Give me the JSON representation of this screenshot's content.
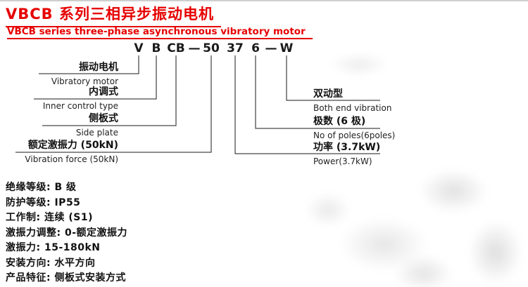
{
  "colors": {
    "accent_red": "#e60000",
    "line_black": "#1a1a1a"
  },
  "title": "VBCB 系列三相异步振动电机",
  "subtitle": "VBCB series three-phase asynchronous vibratory motor",
  "model_code": {
    "parts": [
      "V",
      "B",
      "CB",
      "—",
      "50",
      "37",
      "6",
      "—",
      "W"
    ]
  },
  "code_labels": {
    "left": [
      {
        "cn": "振动电机",
        "en": "Vibratory motor"
      },
      {
        "cn": "内调式",
        "en": "Inner control type"
      },
      {
        "cn": "侧板式",
        "en": "Side plate"
      },
      {
        "cn": "额定激振力 (50kN)",
        "en": "Vibration force (50kN)"
      }
    ],
    "right": [
      {
        "cn": "双动型",
        "en": "Both end vibration"
      },
      {
        "cn": "极数 (6 极)",
        "en": "No of poles(6poles)"
      },
      {
        "cn": "功率 (3.7kW)",
        "en": "Power(3.7kW)"
      }
    ]
  },
  "specs": [
    "绝缘等级: B 级",
    "防护等级: IP55",
    "工作制: 连续 (S1)",
    "激振力调整: 0-额定激振力",
    "激振力: 15-180kN",
    "安装方向: 水平方向",
    "产品特征: 侧板式安装方式"
  ]
}
